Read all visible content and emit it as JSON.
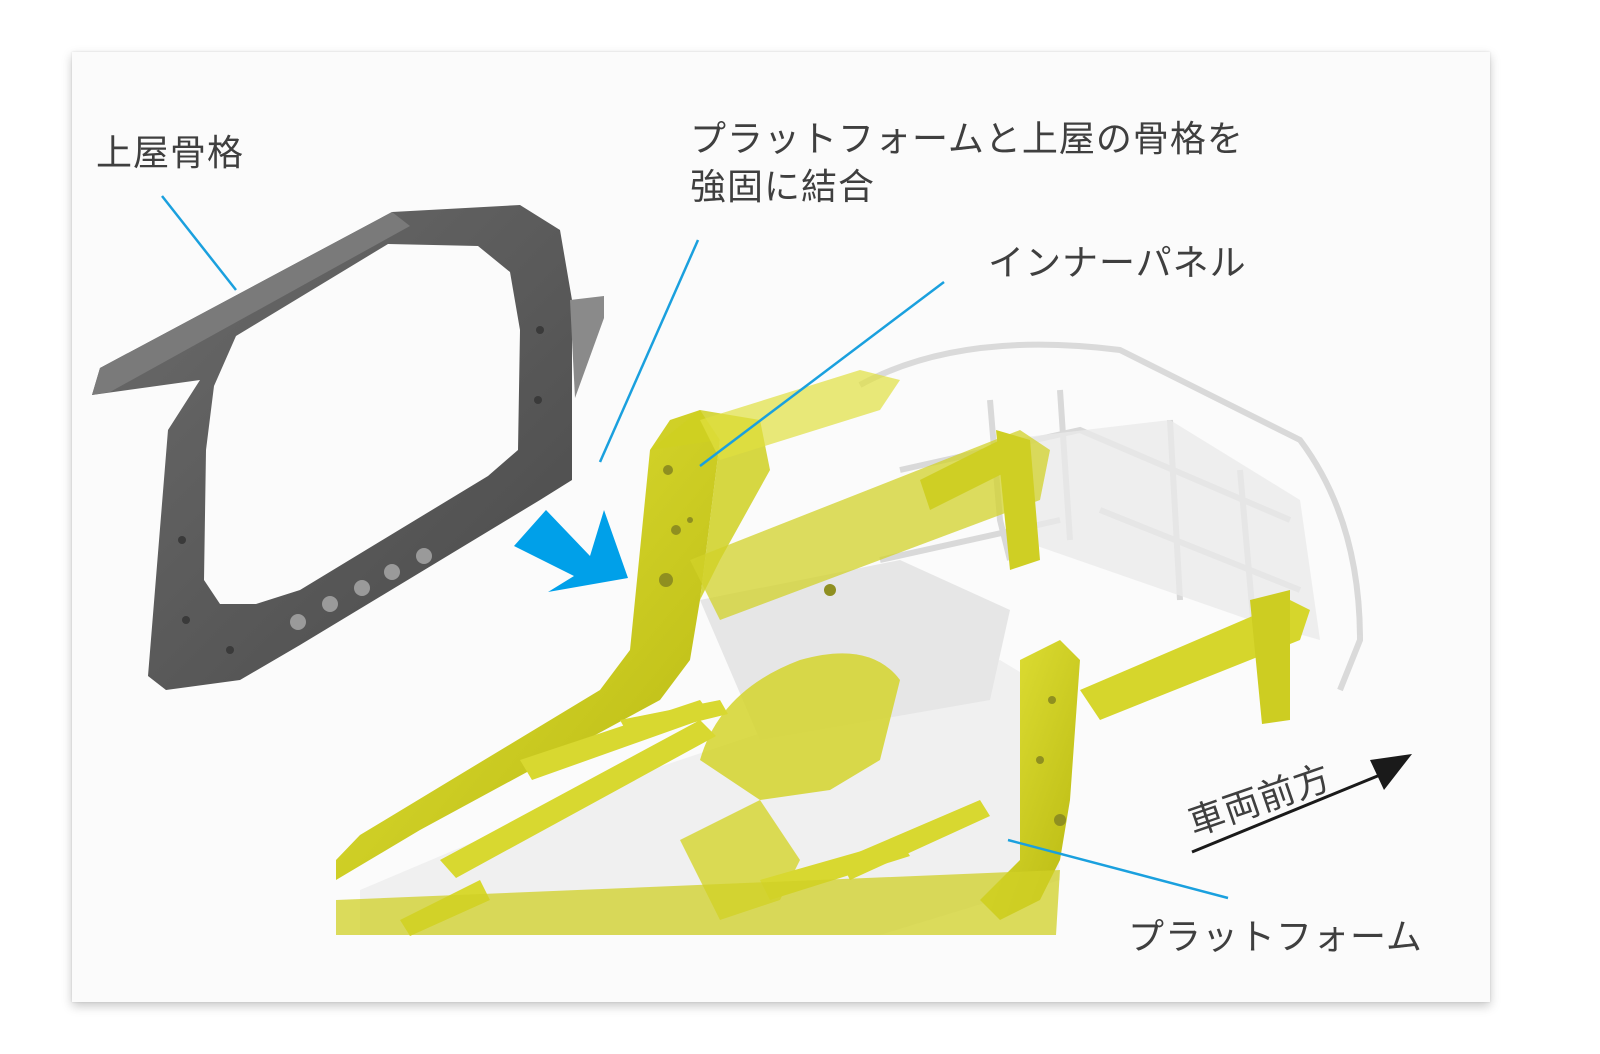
{
  "labels": {
    "upper_frame": "上屋骨格",
    "join_line1": "プラットフォームと上屋の骨格を",
    "join_line2": "強固に結合",
    "inner_panel": "インナーパネル",
    "platform": "プラットフォーム",
    "vehicle_forward": "車両前方"
  },
  "colors": {
    "leader_line": "#1aa0de",
    "join_arrow": "#00a0e9",
    "platform_yellow": "#d8d82a",
    "upper_frame_gray": "#5a5a5a",
    "forward_arrow": "#1a1a1a",
    "text": "#3f3f3f"
  }
}
